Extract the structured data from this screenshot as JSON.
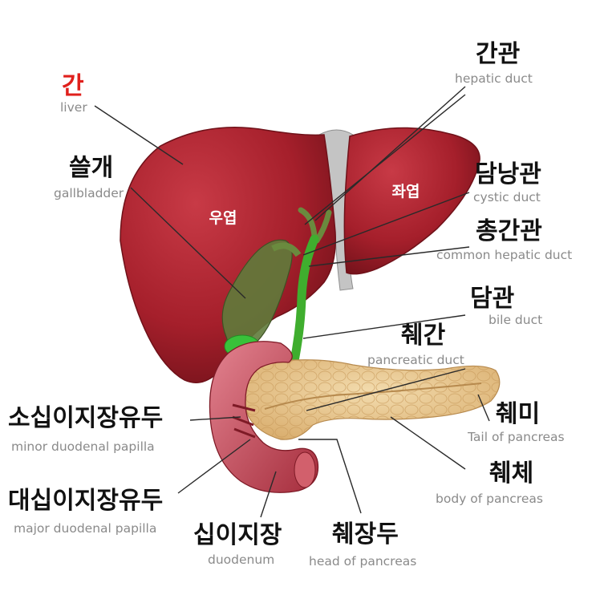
{
  "labels": {
    "liver": {
      "ko": "간",
      "en": "liver"
    },
    "gallbladder": {
      "ko": "쓸개",
      "en": "gallbladder"
    },
    "hepatic_duct": {
      "ko": "간관",
      "en": "hepatic duct"
    },
    "cystic_duct": {
      "ko": "담낭관",
      "en": "cystic duct"
    },
    "common_hepatic_duct": {
      "ko": "총간관",
      "en": "common hepatic duct"
    },
    "bile_duct": {
      "ko": "담관",
      "en": "bile duct"
    },
    "pancreatic_duct": {
      "ko": "췌간",
      "en": "pancreatic duct"
    },
    "tail_of_pancreas": {
      "ko": "췌미",
      "en": "Tail of pancreas"
    },
    "body_of_pancreas": {
      "ko": "췌체",
      "en": "body of pancreas"
    },
    "head_of_pancreas": {
      "ko": "췌장두",
      "en": "head of pancreas"
    },
    "duodenum": {
      "ko": "십이지장",
      "en": "duodenum"
    },
    "minor_papilla": {
      "ko": "소십이지장유두",
      "en": "minor duodenal papilla"
    },
    "major_papilla": {
      "ko": "대십이지장유두",
      "en": "major duodenal papilla"
    }
  },
  "organ_text": {
    "right_lobe": "우엽",
    "left_lobe": "좌엽"
  },
  "colors": {
    "liver": "#b0232f",
    "liver_dark": "#7e141d",
    "gallbladder": "#5e7a3a",
    "bile_duct": "#3fae2e",
    "pancreas": "#e8c48e",
    "duodenum": "#c8505c",
    "ligament": "#bdbdbd",
    "highlight_label": "#e0201c"
  }
}
